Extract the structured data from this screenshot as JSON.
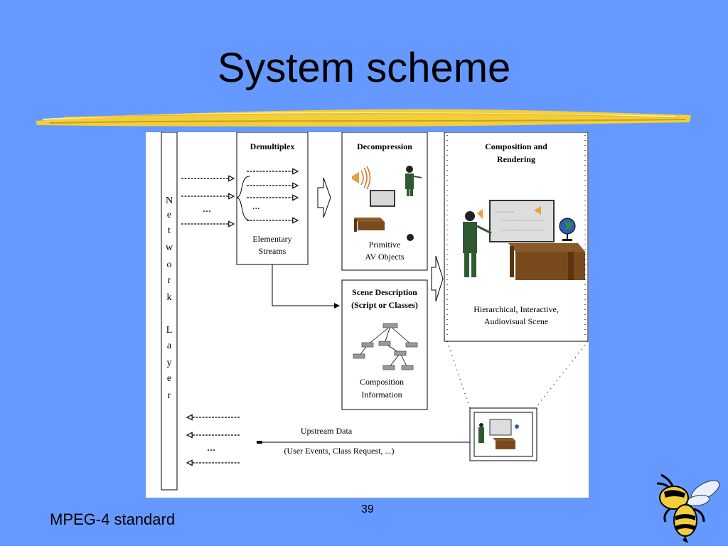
{
  "slide": {
    "title": "System scheme",
    "footer": "MPEG-4 standard",
    "page_number": "39"
  },
  "diagram": {
    "network_layer_letters": [
      "N",
      "e",
      "t",
      "w",
      "o",
      "r",
      "k",
      "",
      "L",
      "a",
      "y",
      "e",
      "r"
    ],
    "demultiplex": {
      "title": "Demultiplex",
      "label_1": "Elementary",
      "label_2": "Streams"
    },
    "decompression": {
      "title": "Decompression",
      "label_1": "Primitive",
      "label_2": "AV Objects"
    },
    "scene_description": {
      "title_1": "Scene Description",
      "title_2": "(Script or Classes)",
      "label_1": "Composition",
      "label_2": "Information"
    },
    "composition": {
      "title_1": "Composition and",
      "title_2": "Rendering",
      "label_1": "Hierarchical, Interactive,",
      "label_2": "Audiovisual Scene"
    },
    "upstream": {
      "label_1": "Upstream Data",
      "label_2": "(User Events, Class Request, ...)"
    },
    "ellipsis": "..."
  }
}
